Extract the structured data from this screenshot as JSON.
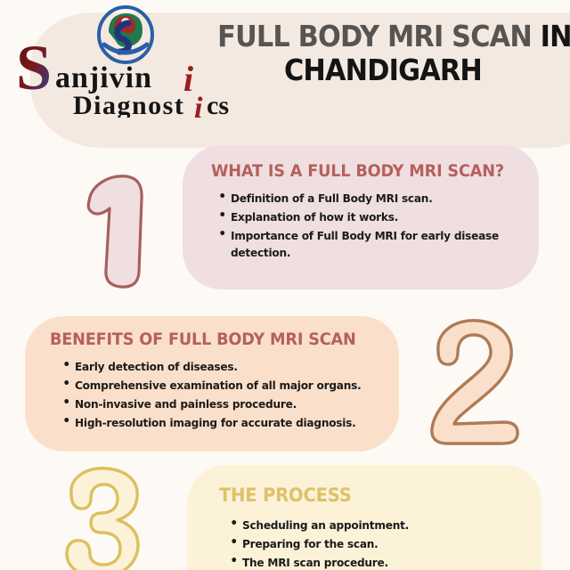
{
  "brand": {
    "name_primary": "Sanjivini",
    "name_secondary": "Diagnostics",
    "emblem_icon": "clinic-circle-emblem",
    "colors": {
      "emblem_ring": "#2a5fa8",
      "emblem_green": "#1f7a4d",
      "emblem_red": "#a62a2a",
      "wordmark_dark": "#151515",
      "wordmark_red": "#a01b1b",
      "wordmark_blue": "#22357a"
    }
  },
  "header": {
    "title_line1_gray": "FULL BODY MRI SCAN",
    "title_line1_black": " IN",
    "title_line2": "CHANDIGARH",
    "blob_color": "#f3e9e1",
    "title_gray": "#575452",
    "title_black": "#141414"
  },
  "page": {
    "background": "#fdfaf6"
  },
  "sections": [
    {
      "number": "1",
      "number_stroke": "#a85f5f",
      "number_fill": "#f0dfe0",
      "heading": "WHAT IS A FULL BODY MRI SCAN?",
      "heading_color": "#b5605e",
      "card_color": "#f0dfe0",
      "bullets": [
        "Definition of a Full Body MRI scan.",
        "Explanation of how it works.",
        "Importance of Full Body MRI for early disease detection."
      ]
    },
    {
      "number": "2",
      "number_stroke": "#b07a56",
      "number_fill": "#fae0cb",
      "heading": "BENEFITS OF FULL BODY MRI SCAN",
      "heading_color": "#b5605e",
      "card_color": "#fae0cb",
      "bullets": [
        "Early detection of diseases.",
        "Comprehensive examination of all major organs.",
        "Non-invasive and painless procedure.",
        "High-resolution imaging for accurate diagnosis."
      ]
    },
    {
      "number": "3",
      "number_stroke": "#ddbf5e",
      "number_fill": "#fbf2d8",
      "heading": "THE PROCESS",
      "heading_color": "#e0c167",
      "card_color": "#fbf2d8",
      "bullets": [
        "Scheduling an appointment.",
        "Preparing for the scan.",
        "The MRI scan procedure."
      ]
    }
  ]
}
